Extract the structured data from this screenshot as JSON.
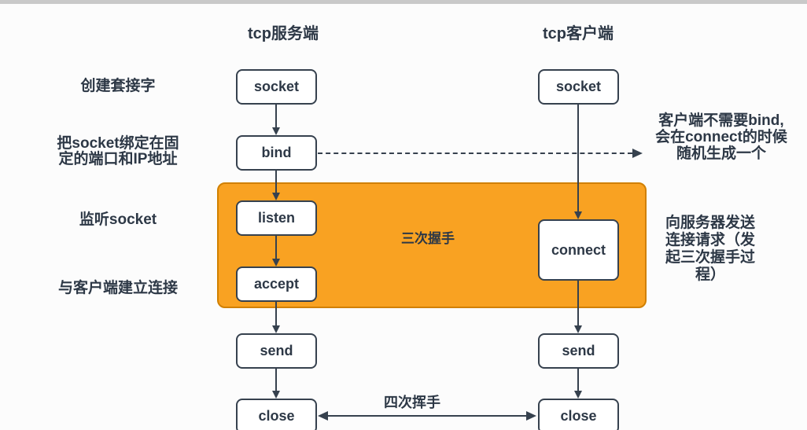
{
  "headers": {
    "server": "tcp服务端",
    "client": "tcp客户端"
  },
  "nodes": {
    "server": [
      "socket",
      "bind",
      "listen",
      "accept",
      "send",
      "close"
    ],
    "client": [
      "socket",
      "connect",
      "send",
      "close"
    ]
  },
  "side_labels": {
    "create": "创建套接字",
    "bind": "把socket绑定在固\n定的端口和IP地址",
    "listen": "监听socket",
    "accept": "与客户端建立连接"
  },
  "annotations": {
    "three_way": "三次握手",
    "four_way": "四次挥手",
    "no_bind": "客户端不需要bind,\n会在connect的时候\n随机生成一个",
    "connect_note": "向服务器发送\n连接请求（发\n起三次握手过\n程）"
  },
  "colors": {
    "ink": "#2d3846",
    "box_border": "#36414e",
    "handshake_fill": "#f9a222",
    "handshake_border": "#d18000",
    "top_strip": "#c9c9c9"
  }
}
